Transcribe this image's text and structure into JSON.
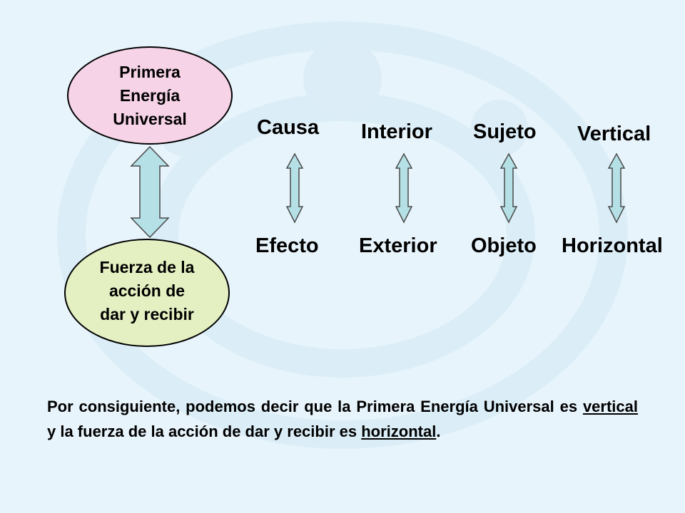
{
  "colors": {
    "background": "#e8f4fb",
    "ellipse_top_fill": "#f6d3e6",
    "ellipse_bottom_fill": "#e4f0c2",
    "arrow_fill": "#b4e0e6",
    "arrow_stroke": "#4a4a4a"
  },
  "top_node": {
    "lines": [
      "Primera",
      "Energía",
      "Universal"
    ]
  },
  "bottom_node": {
    "lines": [
      "Fuerza de la",
      "acción de",
      "dar y recibir"
    ]
  },
  "pairs": [
    {
      "top": "Causa",
      "bottom": "Efecto"
    },
    {
      "top": "Interior",
      "bottom": "Exterior"
    },
    {
      "top": "Sujeto",
      "bottom": "Objeto"
    },
    {
      "top": "Vertical",
      "bottom": "Horizontal"
    }
  ],
  "conclusion": {
    "part1": "Por consiguiente, podemos decir que la Primera Energía Universal es ",
    "underline1": "vertical",
    "part2": " y la fuerza de la acción de dar y recibir es ",
    "underline2": "horizontal",
    "end": "."
  }
}
